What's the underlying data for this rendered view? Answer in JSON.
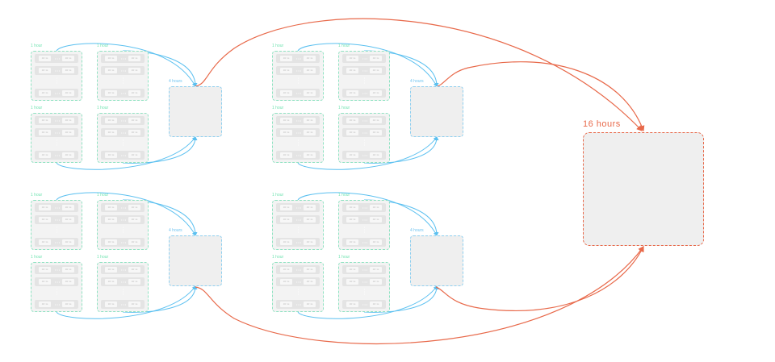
{
  "diagram": {
    "unit_label": "1 hour",
    "chip_text": "1R 1s",
    "ellipsis": "•••",
    "vertical_ellipsis": "•\n•\n•",
    "aggregate_label": "4 hours",
    "final_label": "16 hours",
    "colors": {
      "unit_border": "#8fe3c2",
      "unit_label": "#6fe3b0",
      "aggregate_border": "#8fd0f0",
      "blue_link": "#5bc0f0",
      "red_link": "#e8694a",
      "box_fill": "#efefef"
    },
    "groups": [
      {
        "id": "top-left",
        "units": 4,
        "rows_per_unit": 3
      },
      {
        "id": "top-right",
        "units": 4,
        "rows_per_unit": 3
      },
      {
        "id": "bottom-left",
        "units": 4,
        "rows_per_unit": 3
      },
      {
        "id": "bottom-right",
        "units": 4,
        "rows_per_unit": 3
      }
    ]
  }
}
